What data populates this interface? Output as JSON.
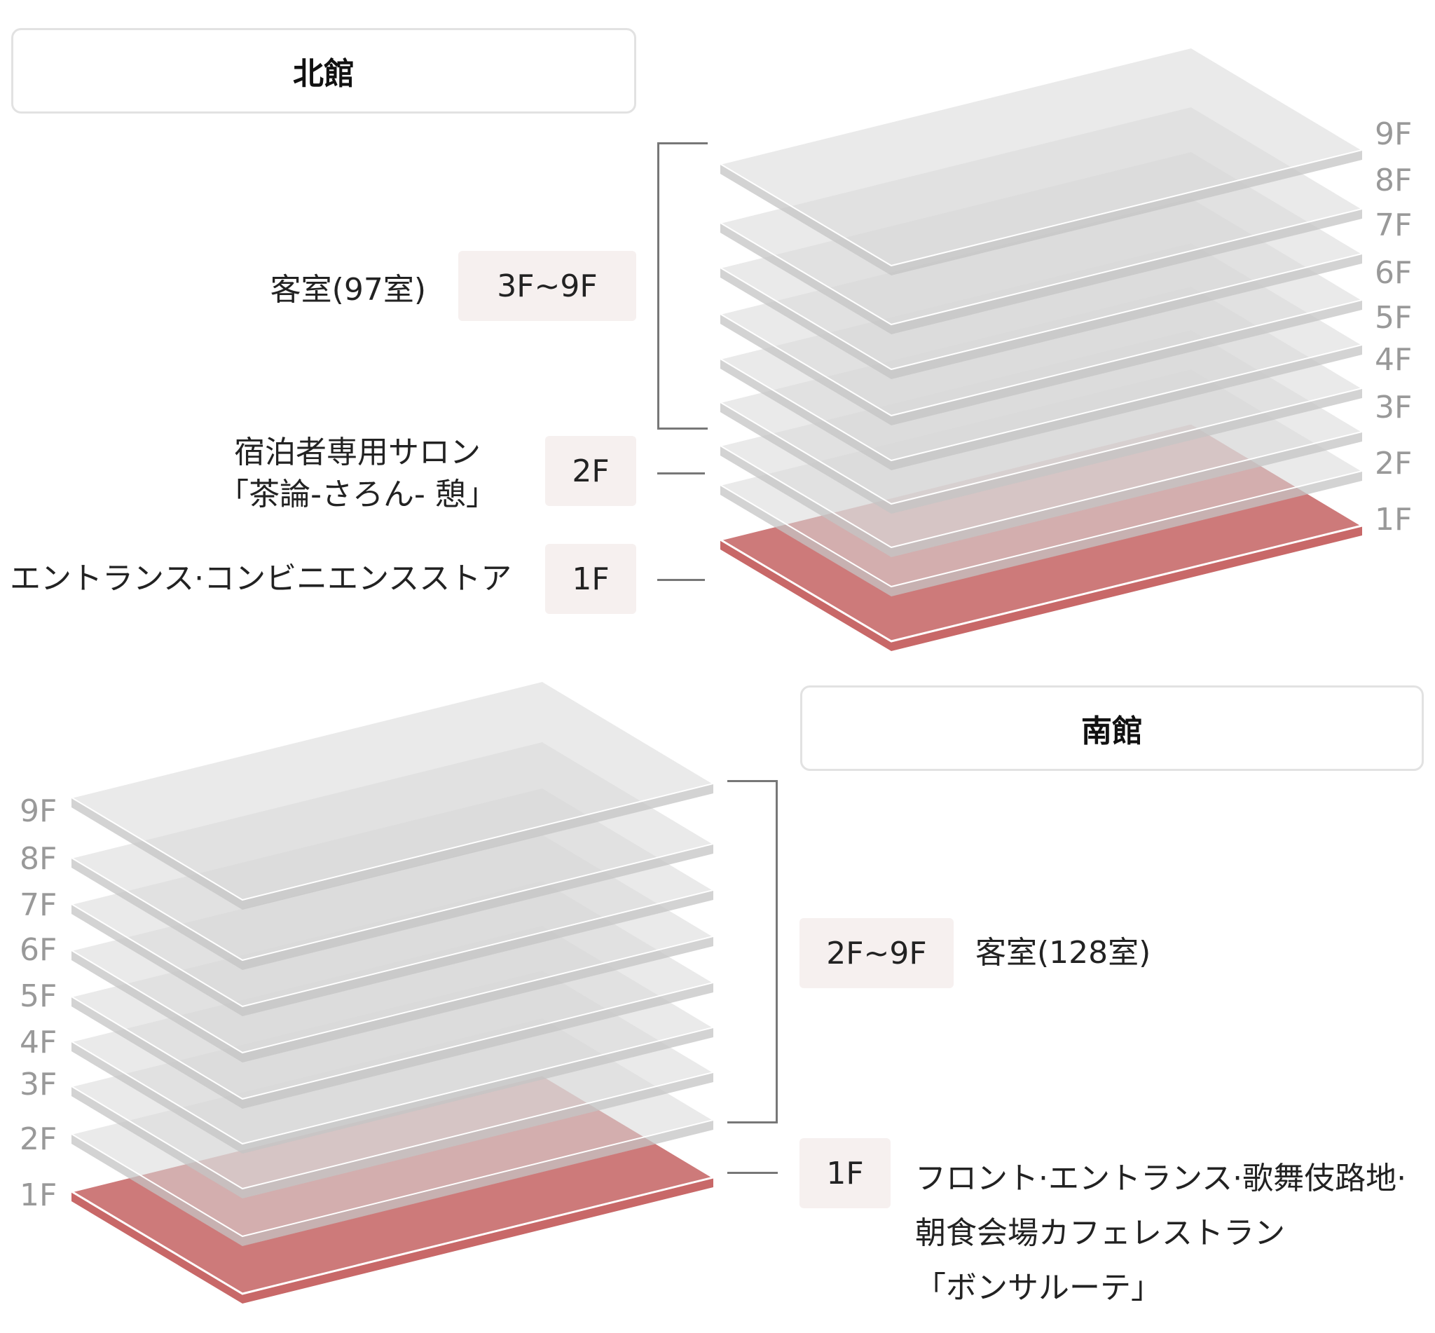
{
  "north": {
    "title": "北館",
    "floors": [
      "1F",
      "2F",
      "3F",
      "4F",
      "5F",
      "6F",
      "7F",
      "8F",
      "9F"
    ],
    "highlight_floor": "1F",
    "rooms": {
      "badge": "3F~9F",
      "label": "客室(97室)"
    },
    "salon": {
      "badge": "2F",
      "line1": "宿泊者専用サロン",
      "line2": "「茶論-さろん- 憩」"
    },
    "entrance": {
      "badge": "1F",
      "label": "エントランス·コンビニエンスストア"
    }
  },
  "south": {
    "title": "南館",
    "floors": [
      "1F",
      "2F",
      "3F",
      "4F",
      "5F",
      "6F",
      "7F",
      "8F",
      "9F"
    ],
    "highlight_floor": "1F",
    "rooms": {
      "badge": "2F~9F",
      "label": "客室(128室)"
    },
    "front": {
      "badge": "1F",
      "line1": "フロント·エントランス·歌舞伎路地·",
      "line2": "朝食会場カフェレストラン",
      "line3": "「ボンサルーテ」"
    }
  },
  "colors": {
    "floor_fill": "#d8d8d8",
    "floor_edge": "#c4c4c4",
    "highlight": "#cd7a7a",
    "highlight_edge": "#c86868",
    "badge_bg": "#f6f0ef",
    "line": "#777777",
    "floor_label": "#999999"
  }
}
